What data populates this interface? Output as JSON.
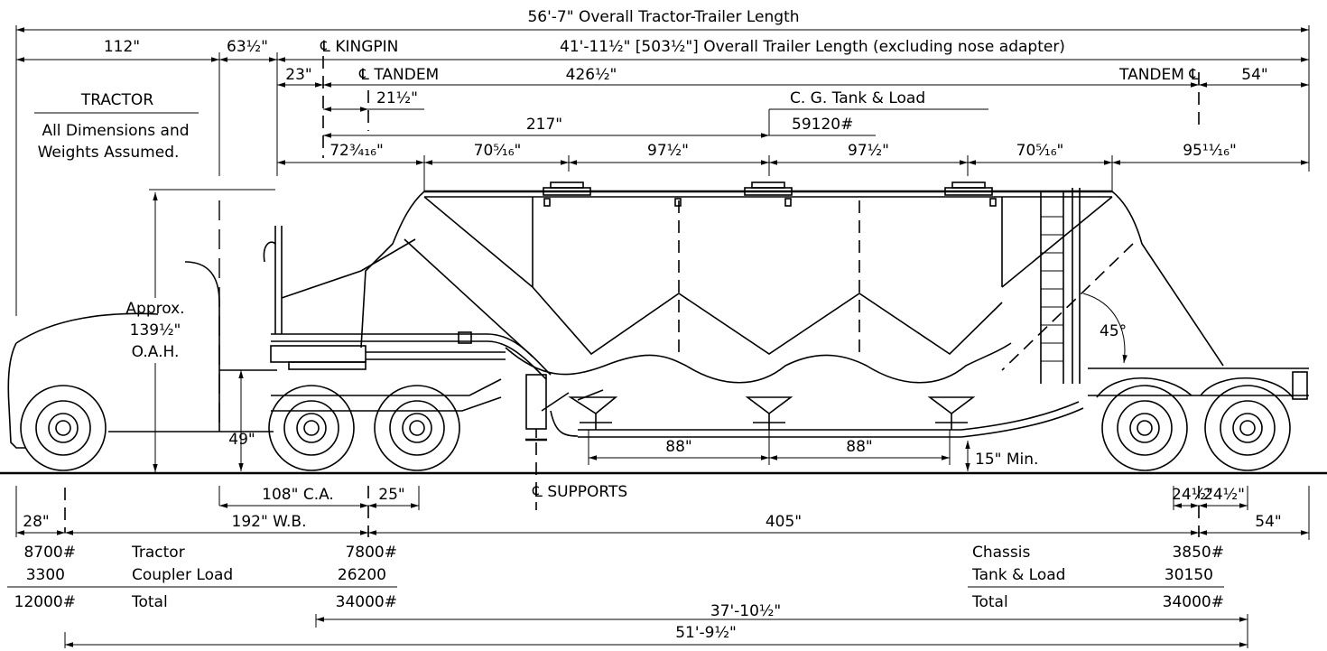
{
  "dims": {
    "overall_tractor_trailer": "56'-7\" Overall Tractor-Trailer Length",
    "overall_trailer": "41'-11½\" [503½\"] Overall Trailer Length (excluding nose adapter)",
    "tractor_front": "112\"",
    "kingpin_offset": "63½\"",
    "kingpin_label": "℄ KINGPIN",
    "kp_to_tandem": "23\"",
    "tandem_label": "℄ TANDEM",
    "tandem_span": "426½\"",
    "rear_tandem_label": "TANDEM ℄",
    "rear_overhang": "54\"",
    "cg_offset": "21½\"",
    "cg_label": "C. G. Tank & Load",
    "cg_dist": "217\"",
    "cg_weight": "59120#",
    "seg1": "72¾₁₆\"",
    "seg2": "70⁵⁄₁₆\"",
    "seg3": "97½\"",
    "seg4": "97½\"",
    "seg5": "70⁵⁄₁₆\"",
    "seg6": "95¹¹⁄₁₆\"",
    "angle": "45°",
    "ground_clear": "15\" Min.",
    "fifth_wheel": "49\"",
    "leg1": "88\"",
    "leg2": "88\"",
    "supports_label": "℄ SUPPORTS",
    "ca": "108\" C.A.",
    "ca_offset": "25\"",
    "front_axle": "28\"",
    "wb": "192\" W.B.",
    "mid_span": "405\"",
    "rear_a": "24½\"",
    "rear_b": "24½\"",
    "rear_c": "54\"",
    "bottom1": "37'-10½\"",
    "bottom2": "51'-9½\""
  },
  "tractor_note": {
    "title": "TRACTOR",
    "line1": "All Dimensions and",
    "line2": "Weights Assumed.",
    "oah1": "Approx.",
    "oah2": "139½\"",
    "oah3": "O.A.H."
  },
  "weights_left": {
    "r1_left": "8700#",
    "r1_label": "Tractor",
    "r1_right": "7800#",
    "r2_left": "3300",
    "r2_label": "Coupler Load",
    "r2_right": "26200",
    "r3_left": "12000#",
    "r3_label": "Total",
    "r3_right": "34000#"
  },
  "weights_right": {
    "r1_label": "Chassis",
    "r1_right": "3850#",
    "r2_label": "Tank & Load",
    "r2_right": "30150",
    "r3_label": "Total",
    "r3_right": "34000#"
  }
}
